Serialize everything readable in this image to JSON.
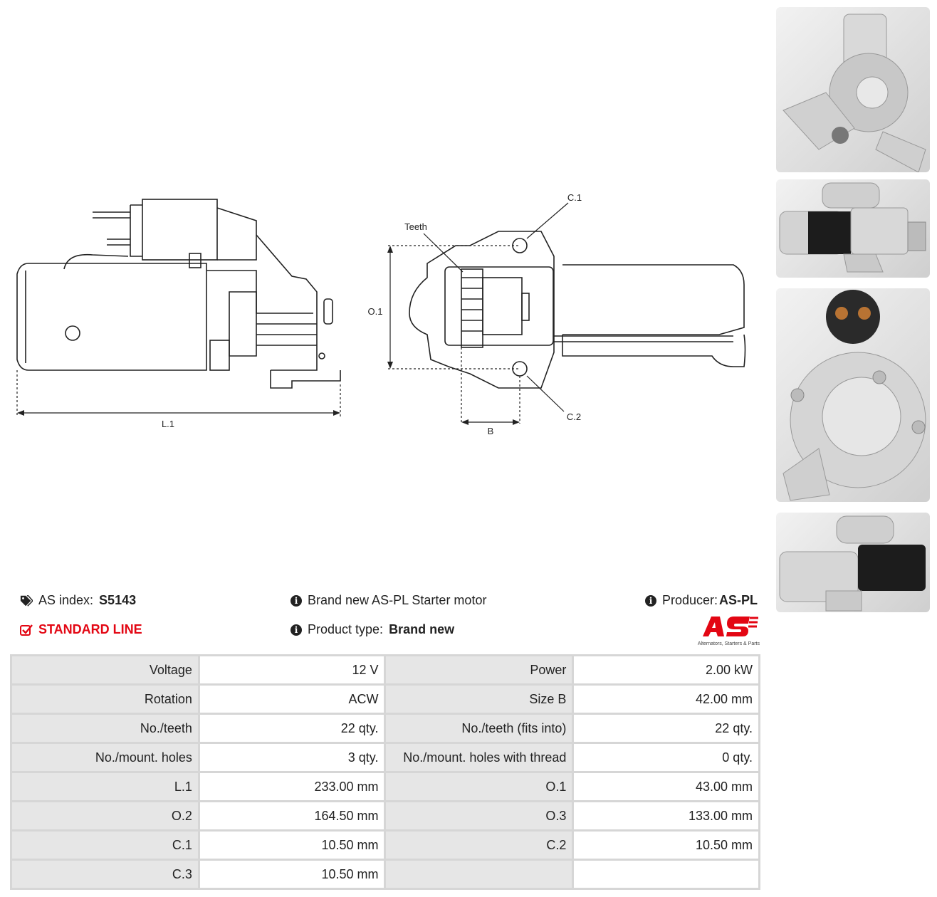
{
  "drawing": {
    "side_labels": {
      "length": "L.1"
    },
    "front_labels": {
      "teeth": "Teeth",
      "c1": "C.1",
      "c2": "C.2",
      "o1": "O.1",
      "b": "B"
    }
  },
  "product": {
    "as_index_label": "AS index:",
    "as_index_value": "S5143",
    "line": "STANDARD LINE",
    "description": "Brand new AS-PL Starter motor",
    "product_type_label": "Product type:",
    "product_type_value": "Brand new",
    "producer_label": "Producer:",
    "producer_value": "AS-PL"
  },
  "logo": {
    "text": "AS",
    "tagline": "Alternators, Starters & Parts",
    "color": "#e30613"
  },
  "photos": [
    "starter-photo-top",
    "starter-photo-side",
    "starter-photo-front",
    "starter-photo-angled"
  ],
  "specs": [
    {
      "l1": "Voltage",
      "v1": "12 V",
      "l2": "Power",
      "v2": "2.00 kW"
    },
    {
      "l1": "Rotation",
      "v1": "ACW",
      "l2": "Size B",
      "v2": "42.00 mm"
    },
    {
      "l1": "No./teeth",
      "v1": "22 qty.",
      "l2": "No./teeth (fits into)",
      "v2": "22 qty."
    },
    {
      "l1": "No./mount. holes",
      "v1": "3 qty.",
      "l2": "No./mount. holes with thread",
      "v2": "0 qty."
    },
    {
      "l1": "L.1",
      "v1": "233.00 mm",
      "l2": "O.1",
      "v2": "43.00 mm"
    },
    {
      "l1": "O.2",
      "v1": "164.50 mm",
      "l2": "O.3",
      "v2": "133.00 mm"
    },
    {
      "l1": "C.1",
      "v1": "10.50 mm",
      "l2": "C.2",
      "v2": "10.50 mm"
    },
    {
      "l1": "C.3",
      "v1": "10.50 mm",
      "l2": "",
      "v2": ""
    }
  ]
}
